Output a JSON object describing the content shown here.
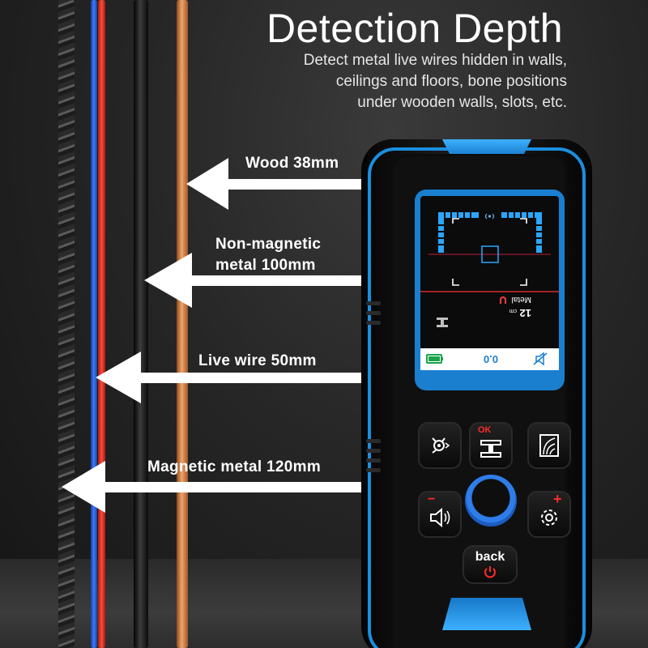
{
  "headline": {
    "title": "Detection Depth",
    "lines": [
      "Detect metal live wires hidden in walls,",
      "ceilings and floors, bone positions",
      "under wooden walls, slots, etc."
    ]
  },
  "labels": {
    "wood": "Wood 38mm",
    "nonmag_line1": "Non-magnetic",
    "nonmag_line2": "metal 100mm",
    "live": "Live wire 50mm",
    "magnetic": "Magnetic metal 120mm"
  },
  "screen": {
    "depth_value": "12",
    "depth_unit": "cm",
    "mode": "Metal",
    "reading": "0.0",
    "reading_unit": "°"
  },
  "buttons": {
    "ok": "OK",
    "back": "back",
    "minus": "−",
    "plus": "+"
  },
  "colors": {
    "accent_blue": "#1a8fe0",
    "wire_red": "#e23b2e",
    "wire_blue": "#2a62d8",
    "wire_copper": "#d98a4a"
  }
}
